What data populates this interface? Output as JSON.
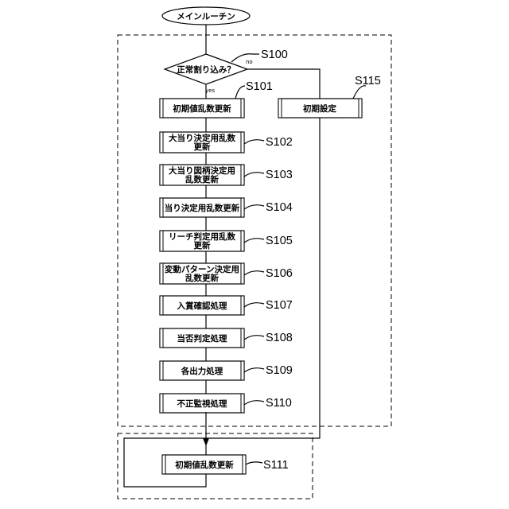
{
  "start": {
    "label": "メインルーチン"
  },
  "decision": {
    "label": "正常割り込み？",
    "yes_label": "yes",
    "no_label": "no",
    "step": "S100"
  },
  "steps": [
    {
      "id": "s101",
      "step": "S101",
      "lines": [
        "初期値乱数更新"
      ]
    },
    {
      "id": "s102",
      "step": "S102",
      "lines": [
        "大当り決定用乱数",
        "更新"
      ]
    },
    {
      "id": "s103",
      "step": "S103",
      "lines": [
        "大当り図柄決定用",
        "乱数更新"
      ]
    },
    {
      "id": "s104",
      "step": "S104",
      "lines": [
        "当り決定用乱数更新"
      ]
    },
    {
      "id": "s105",
      "step": "S105",
      "lines": [
        "リーチ判定用乱数",
        "更新"
      ]
    },
    {
      "id": "s106",
      "step": "S106",
      "lines": [
        "変動パターン決定用",
        "乱数更新"
      ]
    },
    {
      "id": "s107",
      "step": "S107",
      "lines": [
        "入賞確認処理"
      ]
    },
    {
      "id": "s108",
      "step": "S108",
      "lines": [
        "当否判定処理"
      ]
    },
    {
      "id": "s109",
      "step": "S109",
      "lines": [
        "各出力処理"
      ]
    },
    {
      "id": "s110",
      "step": "S110",
      "lines": [
        "不正監視処理"
      ]
    }
  ],
  "init_step": {
    "step": "S115",
    "lines": [
      "初期設定"
    ]
  },
  "loop_step": {
    "step": "S111",
    "lines": [
      "初期値乱数更新"
    ]
  }
}
